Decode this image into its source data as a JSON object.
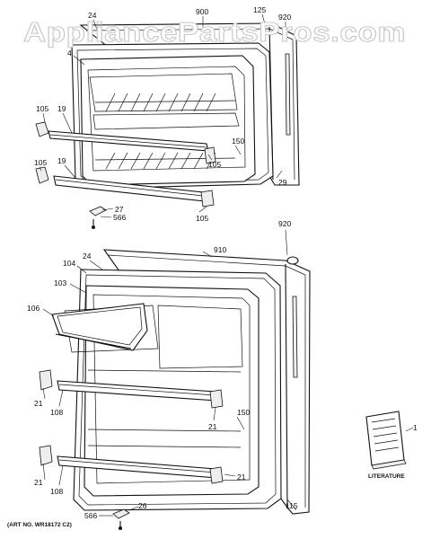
{
  "watermark": "AppliancePartsPros.com",
  "art_no": "(ART NO. WR18172 C2)",
  "literature": {
    "caption": "LITERATURE",
    "number": "1"
  },
  "labels": {
    "top_24": "24",
    "top_900": "900",
    "top_125": "125",
    "top_920": "920",
    "top_4": "4",
    "top_105a": "105",
    "top_19a": "19",
    "top_150": "150",
    "top_105b": "105",
    "top_105c": "105",
    "top_19b": "19",
    "top_29": "29",
    "top_27": "27",
    "top_566": "566",
    "top_105d": "105",
    "bot_24": "24",
    "bot_910": "910",
    "bot_920": "920",
    "bot_104": "104",
    "bot_103": "103",
    "bot_106": "106",
    "bot_21a": "21",
    "bot_108a": "108",
    "bot_21b": "21",
    "bot_150": "150",
    "bot_21c": "21",
    "bot_108b": "108",
    "bot_21d": "21",
    "bot_115": "115",
    "bot_566": "566",
    "bot_26": "26"
  }
}
